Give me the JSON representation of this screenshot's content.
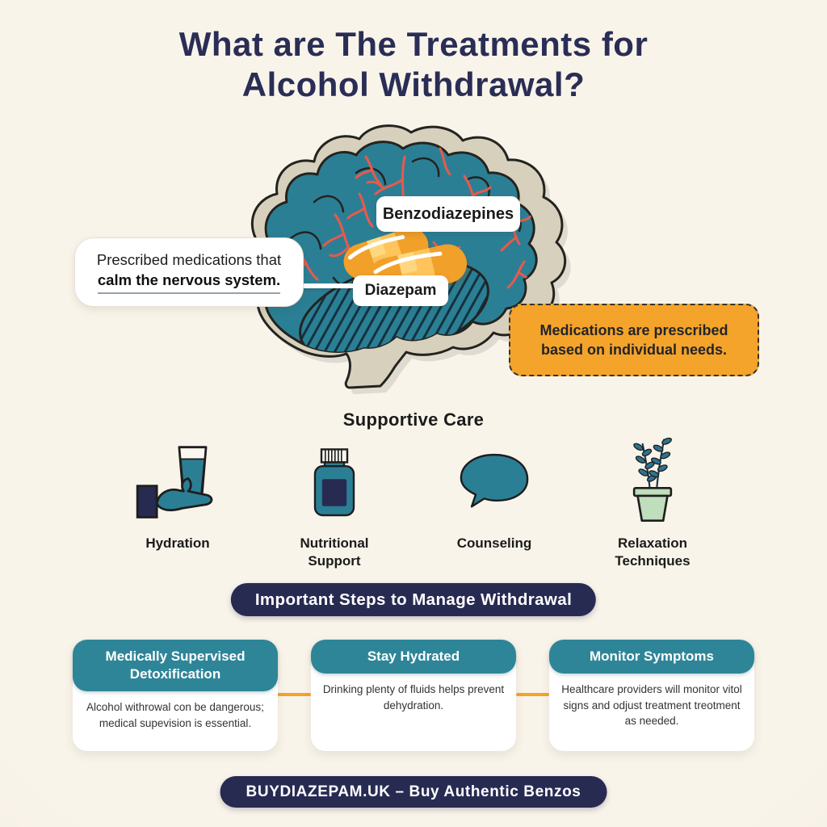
{
  "title": "What are The Treatments for Alcohol Withdrawal?",
  "medication": {
    "benzodiazepines_label": "Benzodiazepines",
    "diazepam_label": "Diazepam",
    "callout_line1": "Prescribed medications that",
    "callout_line2": "calm the nervous system.",
    "note": "Medications are prescribed based on individual needs."
  },
  "supportive_care": {
    "heading": "Supportive Care",
    "items": [
      {
        "icon": "hand-holding-glass-icon",
        "label": "Hydration"
      },
      {
        "icon": "pill-bottle-icon",
        "label": "Nutritional Support"
      },
      {
        "icon": "speech-bubble-icon",
        "label": "Counseling"
      },
      {
        "icon": "potted-plant-icon",
        "label": "Relaxation Techniques"
      }
    ]
  },
  "steps": {
    "banner": "Important Steps to Manage Withdrawal",
    "cards": [
      {
        "title": "Medically Supervised Detoxification",
        "body": "Alcohol withrowal con be dangerous; medical supevision is essential."
      },
      {
        "title": "Stay Hydrated",
        "body": "Drinking plenty of fluids helps prevent dehydration."
      },
      {
        "title": "Monitor Symptoms",
        "body": "Healthcare providers will monitor vitol signs and odjust treatment treotment as needed."
      }
    ]
  },
  "footer": {
    "banner": "BUYDIAZEPAM.UK – Buy Authentic Benzos"
  },
  "colors": {
    "background": "#F8F3E8",
    "navy": "#272B52",
    "title_navy": "#2A2D55",
    "teal": "#2B7F95",
    "teal_header": "#2F8598",
    "orange": "#F4A42A",
    "red": "#E85A4B",
    "beige": "#D7D0BC"
  }
}
